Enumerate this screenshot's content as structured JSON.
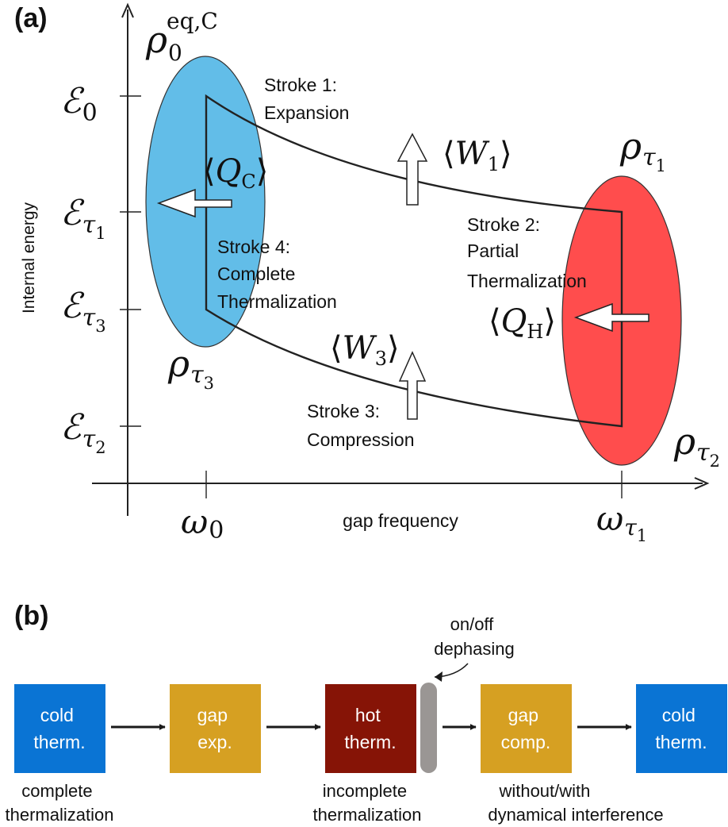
{
  "panel_a": {
    "label": "(a)",
    "y_axis_label": "Internal energy",
    "x_axis_label": "gap frequency",
    "y_ticks": [
      {
        "base": "ℰ",
        "sub": "0",
        "subsub": ""
      },
      {
        "base": "ℰ",
        "sub": "τ",
        "subsub": "1"
      },
      {
        "base": "ℰ",
        "sub": "τ",
        "subsub": "3"
      },
      {
        "base": "ℰ",
        "sub": "τ",
        "subsub": "2"
      }
    ],
    "x_ticks": [
      {
        "base": "ω",
        "sub": "0",
        "subsub": ""
      },
      {
        "base": "ω",
        "sub": "τ",
        "subsub": "1"
      }
    ],
    "cold_state": {
      "rho": "ρ",
      "sub": "0",
      "sup": "eq,C",
      "color": "#62bde8"
    },
    "hot_state": {
      "color": "#ff4d4d"
    },
    "rho_tau1": {
      "rho": "ρ",
      "sub": "τ",
      "subsub": "1"
    },
    "rho_tau2": {
      "rho": "ρ",
      "sub": "τ",
      "subsub": "2"
    },
    "rho_tau3": {
      "rho": "ρ",
      "sub": "τ",
      "subsub": "3"
    },
    "strokes": {
      "s1": [
        "Stroke 1:",
        "Expansion"
      ],
      "s2": [
        "Stroke 2:",
        "Partial",
        "Thermalization"
      ],
      "s3": [
        "Stroke 3:",
        "Compression"
      ],
      "s4": [
        "Stroke 4:",
        "Complete",
        "Thermalization"
      ]
    },
    "quantities": {
      "qc": {
        "sym": "Q",
        "sub": "C"
      },
      "qh": {
        "sym": "Q",
        "sub": "H"
      },
      "w1": {
        "sym": "W",
        "sub": "1"
      },
      "w3": {
        "sym": "W",
        "sub": "3"
      }
    }
  },
  "panel_b": {
    "label": "(b)",
    "boxes": [
      {
        "lines": [
          "cold",
          "therm."
        ],
        "color": "#0a74d4",
        "caption": [
          "complete",
          "thermalization"
        ]
      },
      {
        "lines": [
          "gap",
          "exp."
        ],
        "color": "#d6a022",
        "caption": []
      },
      {
        "lines": [
          "hot",
          "therm."
        ],
        "color": "#861406",
        "caption": [
          "incomplete",
          "thermalization"
        ]
      },
      {
        "lines": [
          "gap",
          "comp."
        ],
        "color": "#d6a022",
        "caption": [
          "without/with",
          "dynamical interference"
        ]
      },
      {
        "lines": [
          "cold",
          "therm."
        ],
        "color": "#0a74d4",
        "caption": []
      }
    ],
    "dephasing_label": [
      "on/off",
      "dephasing"
    ],
    "dephasing_color": "#9a9694"
  }
}
